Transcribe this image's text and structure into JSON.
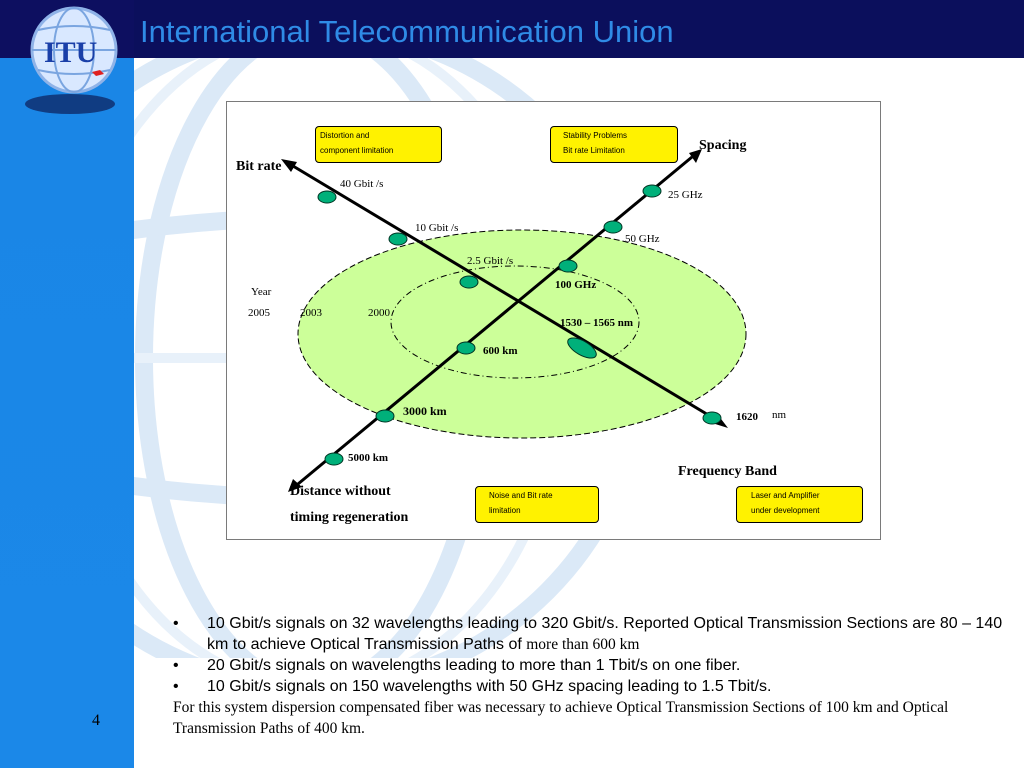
{
  "header": {
    "title": "International Telecommunication Union",
    "logo_text": "ITU"
  },
  "footer": {
    "page_number": "4"
  },
  "figure": {
    "axis_labels": {
      "bit_rate": "Bit rate",
      "spacing": "Spacing",
      "frequency_band": "Frequency Band",
      "distance_line1": "Distance without",
      "distance_line2": "timing regeneration"
    },
    "year": {
      "label": "Year",
      "values": [
        "2005",
        "2003",
        "2000"
      ]
    },
    "bitrate_points": [
      "40  Gbit  /s",
      "10  Gbit  /s",
      "2.5  Gbit  /s"
    ],
    "spacing_points": [
      "25  GHz",
      "50  GHz",
      "100 GHz"
    ],
    "band_points": [
      "1530 – 1565 nm",
      "1620",
      "nm"
    ],
    "distance_points": [
      "600 km",
      "3000 km",
      "5000 km"
    ],
    "boxes": [
      {
        "line1": "Distortion  and",
        "line2": "component limitation"
      },
      {
        "line1": "Stability Problems",
        "line2": "Bit rate Limitation"
      },
      {
        "line1": "Noise and Bit rate",
        "line2": "limitation"
      },
      {
        "line1": "Laser and Amplifier",
        "line2": "under development"
      }
    ],
    "colors": {
      "ellipse_fill": "#ccff99",
      "node_fill": "#00b07a",
      "box_fill": "#fff200"
    }
  },
  "bullets": {
    "b1_text": "10 Gbit/s signals on 32 wavelengths leading to 320 Gbit/s. Reported Optical Transmission Sections are 80 – 140 km to achieve Optical Transmission Paths of ",
    "b1_tail": "more than 600 km",
    "b2": "20 Gbit/s signals on wavelengths leading to more than 1 Tbit/s on one fiber.",
    "b3": "10 Gbit/s signals on 150 wavelengths with 50 GHz spacing leading to 1.5 Tbit/s.",
    "para": "For this system dispersion compensated fiber was necessary to achieve Optical Transmission Sections of 100 km and Optical Transmission Paths of 400 km.",
    "marker": "•"
  }
}
